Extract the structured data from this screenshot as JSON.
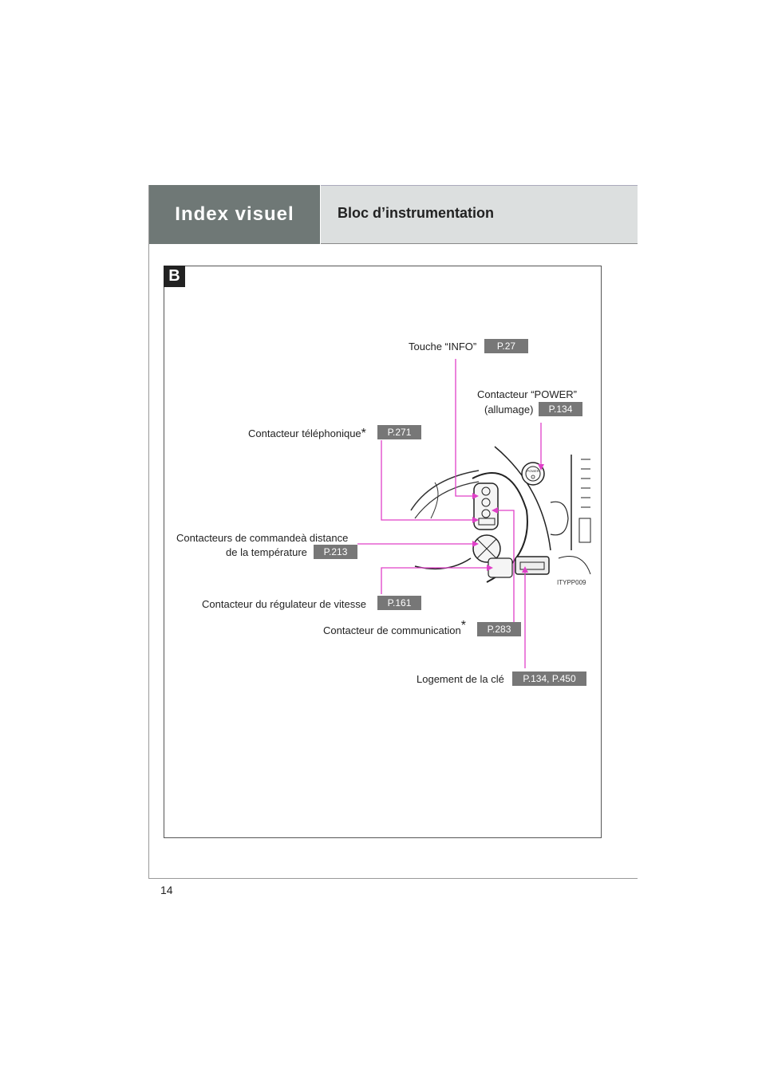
{
  "header": {
    "section": "Index visuel",
    "title": "Bloc d’instrumentation"
  },
  "panel_badge": "B",
  "callouts": [
    {
      "label": "Touche “INFO”",
      "ref": "P.27"
    },
    {
      "label_line1": "Contacteur “POWER”",
      "label_line2": "(allumage)",
      "ref": "P.134"
    },
    {
      "label": "Contacteur téléphonique",
      "asterisk": "*",
      "ref": "P.271"
    },
    {
      "label_line1": "Contacteurs de commandeà distance",
      "label_line2": "de la température",
      "ref": "P.213"
    },
    {
      "label": "Contacteur du régulateur de vitesse",
      "ref": "P.161"
    },
    {
      "label": "Contacteur de communication",
      "asterisk": "*",
      "ref": "P.283"
    },
    {
      "label": "Logement de la clé",
      "ref": "P.134, P.450"
    }
  ],
  "figure_code": "ITYPP009",
  "power_button_text": "POWER",
  "page_number": "14",
  "colors": {
    "header_dark": "#6f7876",
    "header_light": "#dcdfdf",
    "leader_line": "#e040c8",
    "ref_badge": "#777777"
  }
}
